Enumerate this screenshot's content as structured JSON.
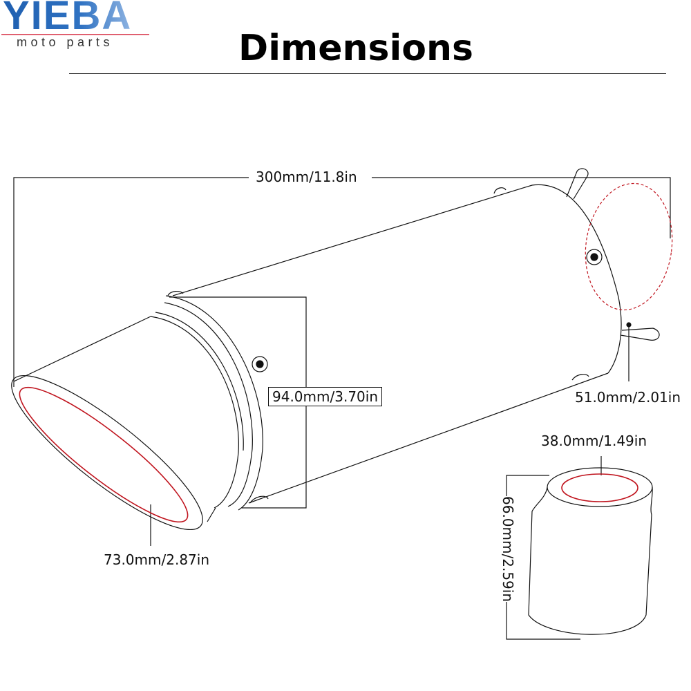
{
  "brand": {
    "name": "YIEBA",
    "tagline": "moto parts"
  },
  "title": "Dimensions",
  "dimensions": {
    "length": "300mm/11.8in",
    "body_diameter": "94.0mm/3.70in",
    "outlet_diameter": "73.0mm/2.87in",
    "inlet_diameter": "51.0mm/2.01in",
    "db_killer_diameter": "38.0mm/1.49in",
    "db_killer_length": "66.0mm/2.59in"
  },
  "colors": {
    "line": "#111111",
    "highlight": "#c0141e",
    "logo": "#2f72c2"
  }
}
